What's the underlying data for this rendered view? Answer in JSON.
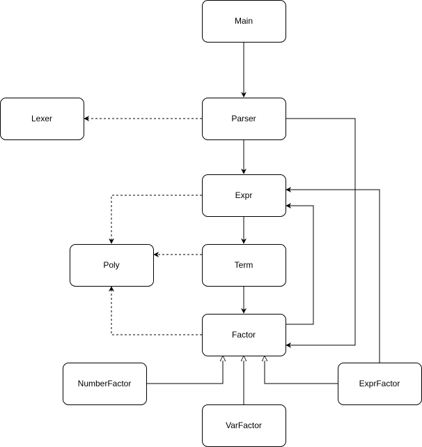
{
  "diagram": {
    "nodes": {
      "main": {
        "label": "Main"
      },
      "lexer": {
        "label": "Lexer"
      },
      "parser": {
        "label": "Parser"
      },
      "expr": {
        "label": "Expr"
      },
      "poly": {
        "label": "Poly"
      },
      "term": {
        "label": "Term"
      },
      "factor": {
        "label": "Factor"
      },
      "number_factor": {
        "label": "NumberFactor"
      },
      "expr_factor": {
        "label": "ExprFactor"
      },
      "var_factor": {
        "label": "VarFactor"
      }
    },
    "edges": [
      {
        "from": "Main",
        "to": "Parser",
        "style": "solid",
        "arrow": "open-filled"
      },
      {
        "from": "Parser",
        "to": "Lexer",
        "style": "dashed",
        "arrow": "open-filled"
      },
      {
        "from": "Parser",
        "to": "Expr",
        "style": "solid",
        "arrow": "open-filled"
      },
      {
        "from": "Parser",
        "to": "Factor",
        "style": "solid",
        "arrow": "open-filled"
      },
      {
        "from": "Expr",
        "to": "Poly",
        "style": "dashed",
        "arrow": "open-filled"
      },
      {
        "from": "Expr",
        "to": "Term",
        "style": "solid",
        "arrow": "open-filled"
      },
      {
        "from": "Term",
        "to": "Poly",
        "style": "dashed",
        "arrow": "open-filled"
      },
      {
        "from": "Term",
        "to": "Factor",
        "style": "solid",
        "arrow": "open-filled"
      },
      {
        "from": "Factor",
        "to": "Expr",
        "style": "solid",
        "arrow": "open-filled"
      },
      {
        "from": "Factor",
        "to": "Poly",
        "style": "dashed",
        "arrow": "open-filled"
      },
      {
        "from": "ExprFactor",
        "to": "Expr",
        "style": "solid",
        "arrow": "open-filled"
      },
      {
        "from": "NumberFactor",
        "to": "Factor",
        "style": "solid",
        "arrow": "hollow-triangle"
      },
      {
        "from": "VarFactor",
        "to": "Factor",
        "style": "solid",
        "arrow": "hollow-triangle"
      },
      {
        "from": "ExprFactor",
        "to": "Factor",
        "style": "solid",
        "arrow": "hollow-triangle"
      }
    ]
  }
}
